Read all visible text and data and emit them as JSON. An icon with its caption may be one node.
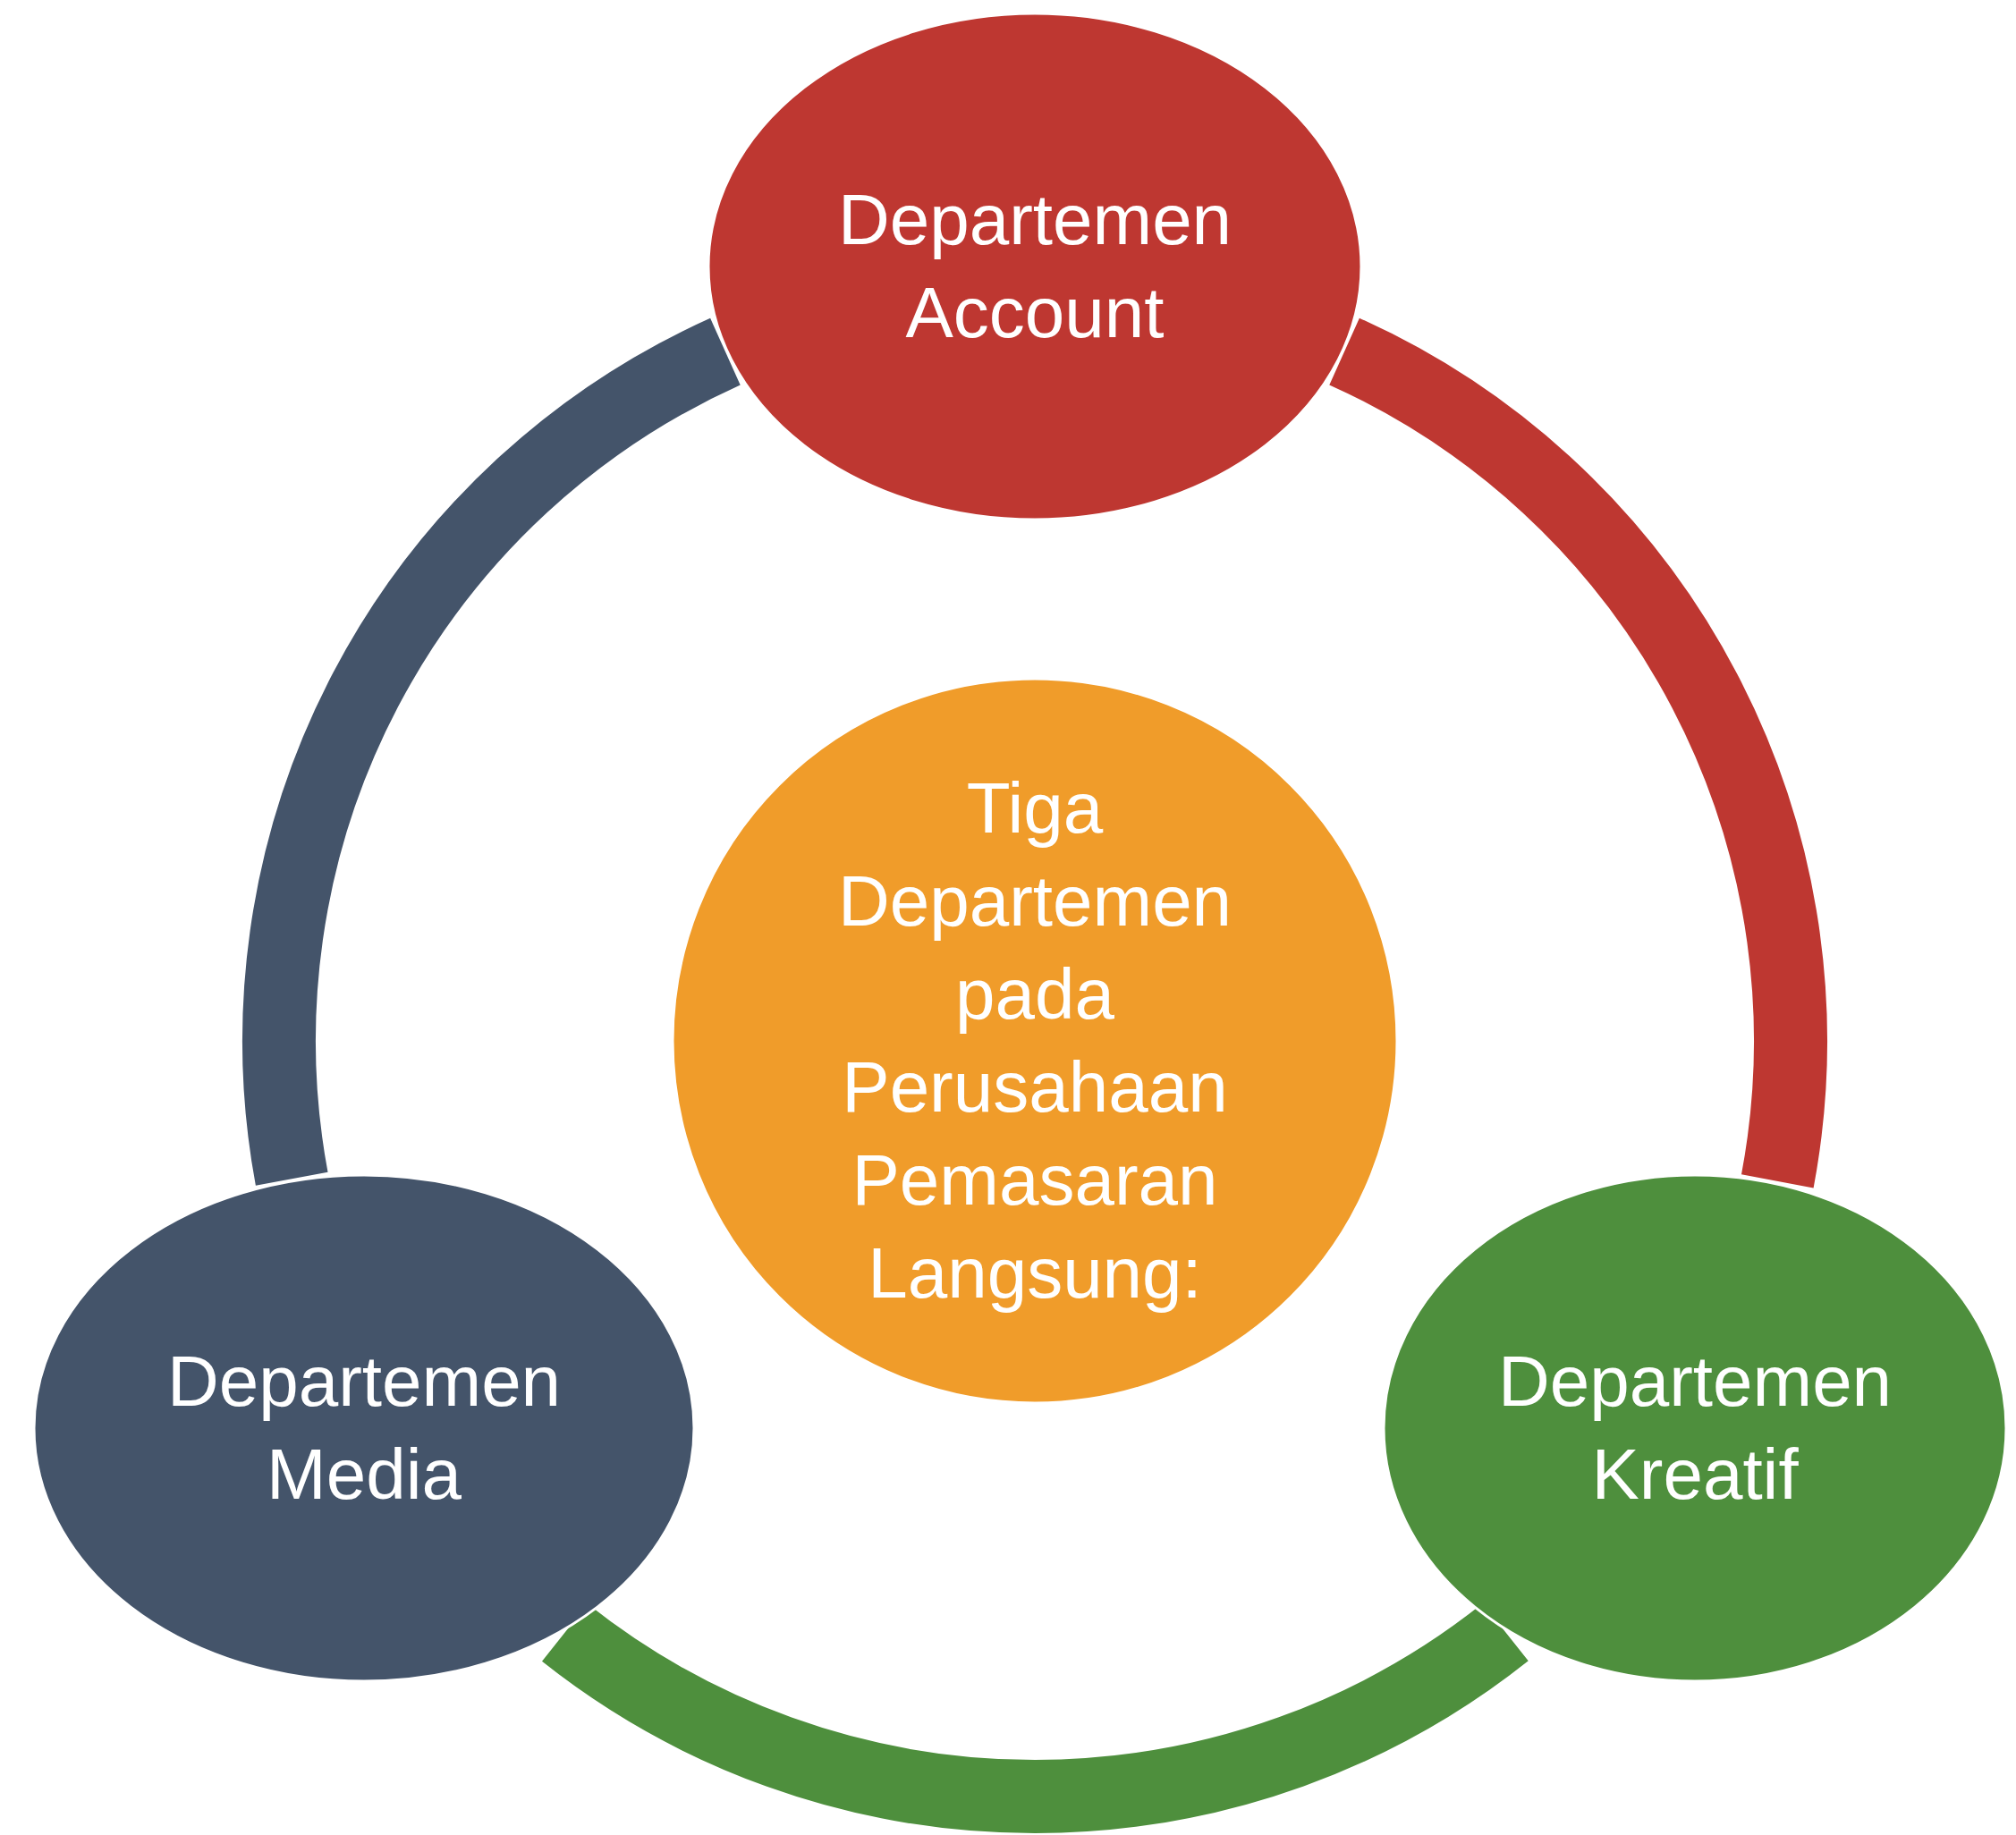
{
  "diagram": {
    "nodes": [
      {
        "text": [
          "Departemen Account"
        ]
      },
      {
        "text": [
          "Tiga Departemen pada Perusahaan Pemasaran Langsung:"
        ]
      },
      {
        "text": [
          "Departemen Media"
        ]
      },
      {
        "text": [
          "Departemen Kreatif"
        ]
      }
    ],
    "edges": [
      {
        "from": 0,
        "to": 3,
        "arrow": "none",
        "color": "#be3731"
      },
      {
        "from": 3,
        "to": 2,
        "arrow": "none",
        "color": "#4e8f3d"
      },
      {
        "from": 2,
        "to": 0,
        "arrow": "none",
        "color": "#44546a"
      }
    ]
  }
}
